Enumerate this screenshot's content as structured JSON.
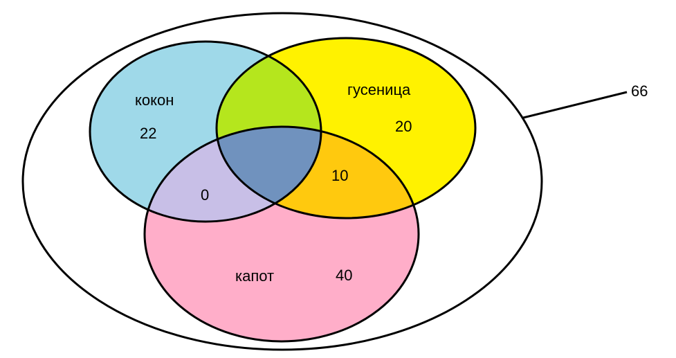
{
  "diagram": {
    "type": "venn",
    "total": "66",
    "sets": [
      {
        "label": "кокон",
        "value": "22",
        "color": "#9fd9e9"
      },
      {
        "label": "гусеница",
        "value": "20",
        "color": "#fff200"
      },
      {
        "label": "капот",
        "value": "40",
        "color": "#ffaec9"
      }
    ],
    "intersections": [
      {
        "sets": [
          "кокон",
          "капот"
        ],
        "value": "0",
        "color": "#c8bfe7"
      },
      {
        "sets": [
          "гусеница",
          "капот"
        ],
        "value": "10",
        "color": "#ffc90e"
      },
      {
        "sets": [
          "кокон",
          "гусеница"
        ],
        "value": "",
        "color": "#b5e61d"
      },
      {
        "sets": [
          "кокон",
          "гусеница",
          "капот"
        ],
        "value": "",
        "color": "#7092be"
      }
    ]
  }
}
